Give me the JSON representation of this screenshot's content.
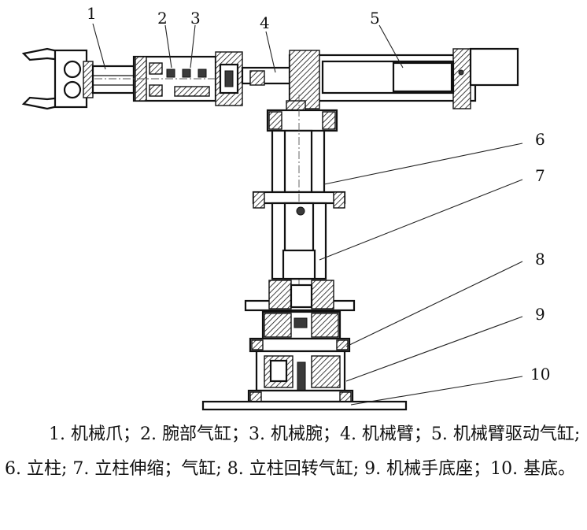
{
  "labels": {
    "l1": "1",
    "l2": "2",
    "l3": "3",
    "l4": "4",
    "l5": "5",
    "l6": "6",
    "l7": "7",
    "l8": "8",
    "l9": "9",
    "l10": "10"
  },
  "caption": "1. 机械爪；2. 腕部气缸；3. 机械腕；4. 机械臂；5. 机械臂驱动气缸; 6. 立柱; 7. 立柱伸缩；气缸; 8. 立柱回转气缸; 9. 机械手底座；10. 基底。"
}
